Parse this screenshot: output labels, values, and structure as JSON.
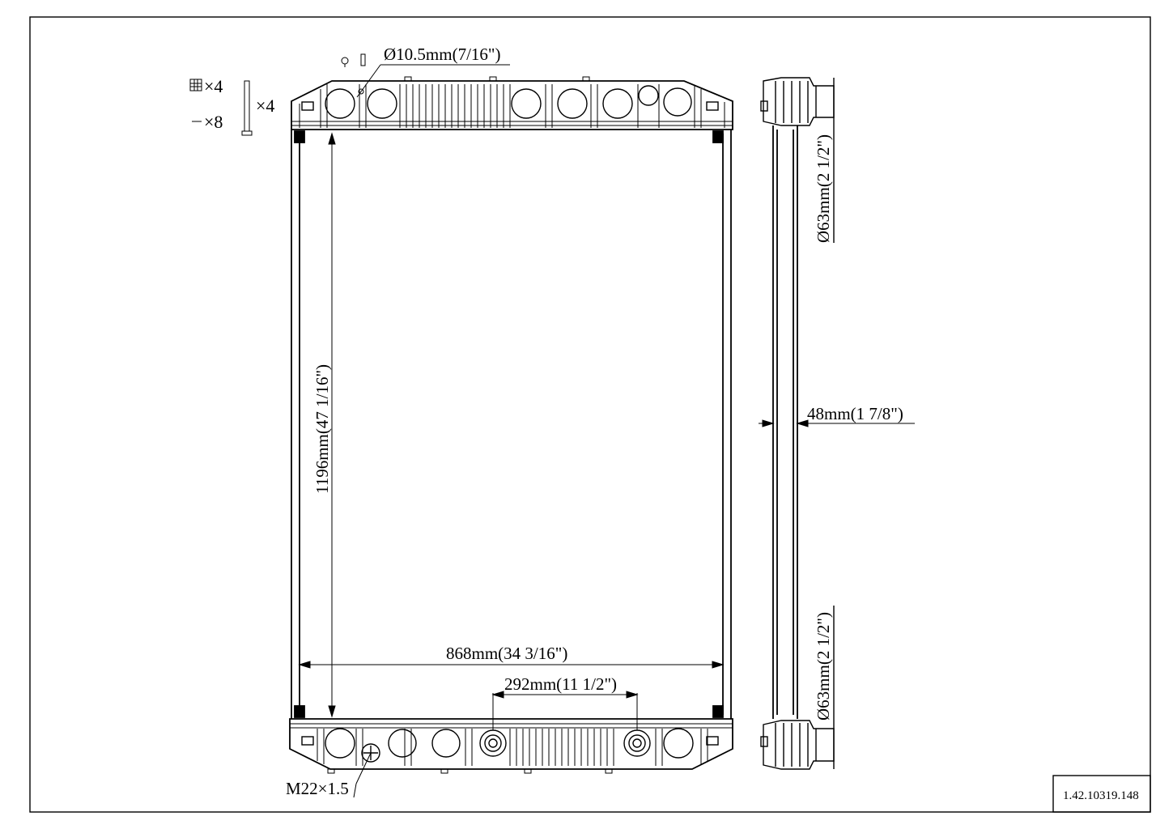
{
  "drawing": {
    "part_number": "1.42.10319.148",
    "core_height": "1196mm(47 1/16\")",
    "core_width": "868mm(34 3/16\")",
    "outlet_spacing": "292mm(11 1/2\")",
    "mount_hole": "Ø10.5mm(7/16\")",
    "core_thickness": "48mm(1 7/8\")",
    "top_inlet_diameter": "Ø63mm(2 1/2\")",
    "bottom_outlet_diameter": "Ø63mm(2 1/2\")",
    "drain_thread": "M22×1.5",
    "hardware": {
      "bracket_qty": "×4",
      "bolt_qty": "×8",
      "rod_qty": "×4"
    }
  }
}
